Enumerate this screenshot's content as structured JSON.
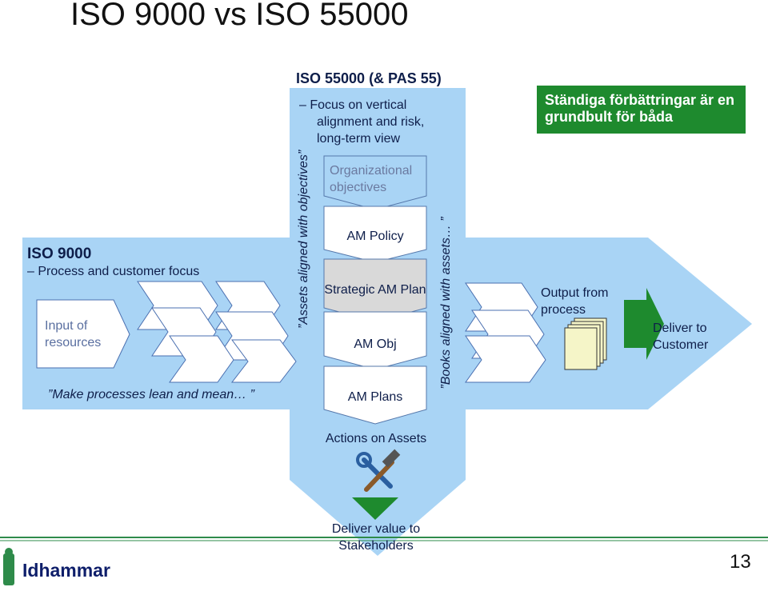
{
  "title": "ISO 9000 vs ISO 55000",
  "iso9000": {
    "heading": "ISO 9000",
    "subheading": "– Process and customer focus",
    "input_label": "Input of resources",
    "lean_label": "”Make processes lean and mean… ”"
  },
  "iso55000": {
    "heading": "ISO 55000 (& PAS 55)",
    "focus_line1": "– Focus on vertical",
    "focus_line2": "alignment and risk,",
    "focus_line3": "long-term view",
    "organizational_objectives": "Organizational objectives",
    "am_policy": "AM Policy",
    "strategic_am_plan": "Strategic AM Plan",
    "am_obj": "AM Obj",
    "am_plans": "AM Plans",
    "assets_aligned": "”Assets aligned with objectives”",
    "books_aligned": "”Books aligned with assets… ”",
    "actions_on_assets": "Actions on Assets",
    "deliver_value": "Deliver value to Stakeholders"
  },
  "green_box_text": "Ständiga förbättringar är en grundbult för båda",
  "output_from_process": "Output from process",
  "deliver_to_customer": "Deliver to Customer",
  "logo": "Idhammar",
  "page_number": "13",
  "colors": {
    "light_blue": "#a9d4f5",
    "green": "#1e8a2e",
    "navy": "#0e1e4a",
    "divider_green": "#2e8b4a"
  },
  "icons": [
    "wrench-hammer-icon",
    "green-triangle-icon",
    "document-stack-icon",
    "idhammar-logo-icon"
  ]
}
